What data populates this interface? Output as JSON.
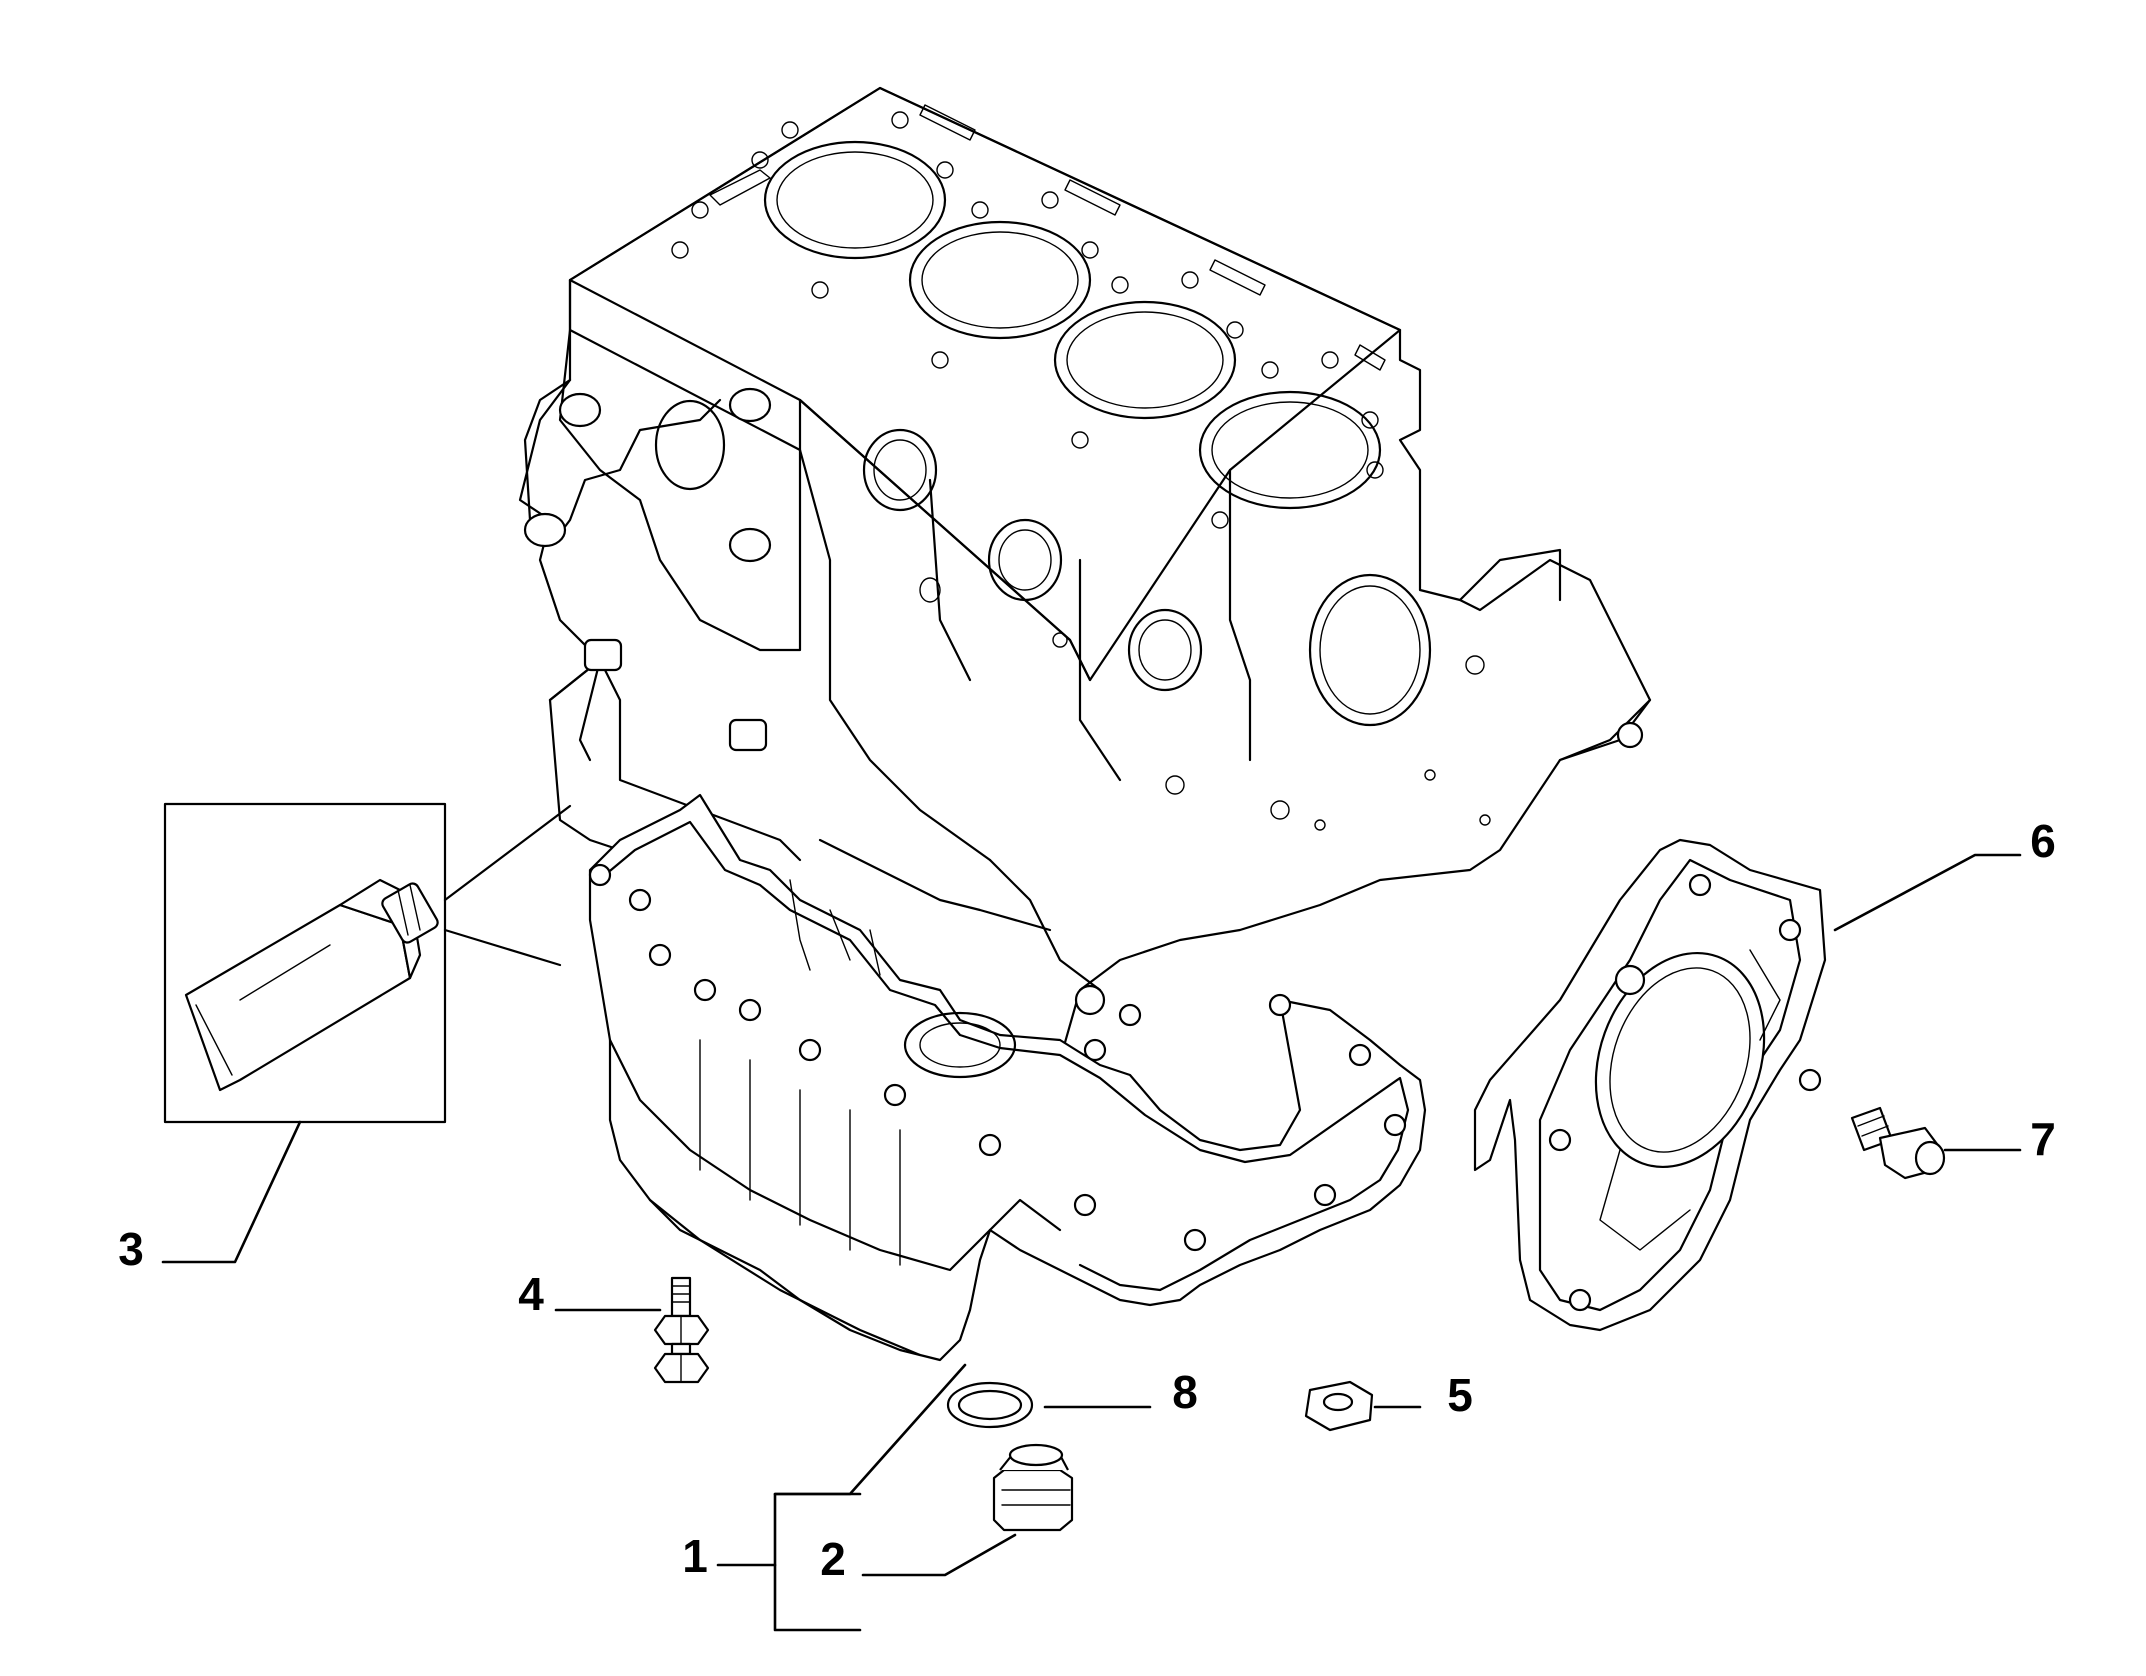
{
  "callouts": {
    "c1": "1",
    "c2": "2",
    "c3": "3",
    "c4": "4",
    "c5": "5",
    "c6": "6",
    "c7": "7",
    "c8": "8"
  },
  "parts": {
    "engine_block": "engine-block-icon",
    "oil_pan": "oil-pan-icon",
    "drain_plug": "drain-plug-icon",
    "sealant_tube": "sealant-tube-icon",
    "stud": "stud-bolt-icon",
    "nut": "hex-nut-icon",
    "seal_carrier": "seal-carrier-icon",
    "bolt": "bolt-icon",
    "washer": "washer-icon"
  },
  "colors": {
    "line": "#000000",
    "background": "#ffffff"
  }
}
